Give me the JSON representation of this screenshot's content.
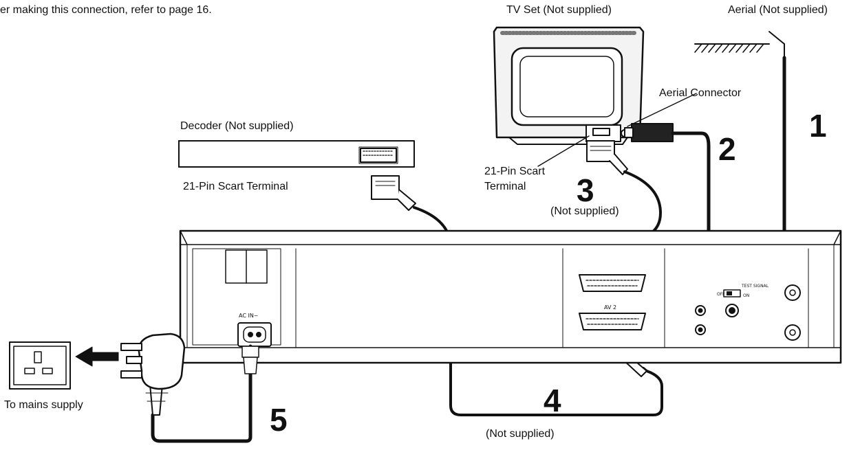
{
  "intro_text": "er making this connection, refer to page 16.",
  "labels": {
    "tv_set": "TV Set (Not supplied)",
    "aerial": "Aerial (Not supplied)",
    "aerial_connector": "Aerial Connector",
    "decoder": "Decoder (Not supplied)",
    "decoder_scart_terminal": "21-Pin Scart Terminal",
    "tv_scart_line1": "21-Pin Scart",
    "tv_scart_line2": "Terminal",
    "scart_cable_3_note": "(Not supplied)",
    "scart_cable_4_note": "(Not supplied)",
    "mains": "To mains supply"
  },
  "step_numbers": {
    "aerial_cable": "1",
    "rf_cable": "2",
    "tv_scart_cable": "3",
    "decoder_scart_cable": "4",
    "mains_lead": "5"
  },
  "panel_marks": {
    "ac_in": "AC IN~",
    "av2": "AV 2",
    "test_signal": "TEST SIGNAL",
    "off": "OFF",
    "on": "ON"
  }
}
